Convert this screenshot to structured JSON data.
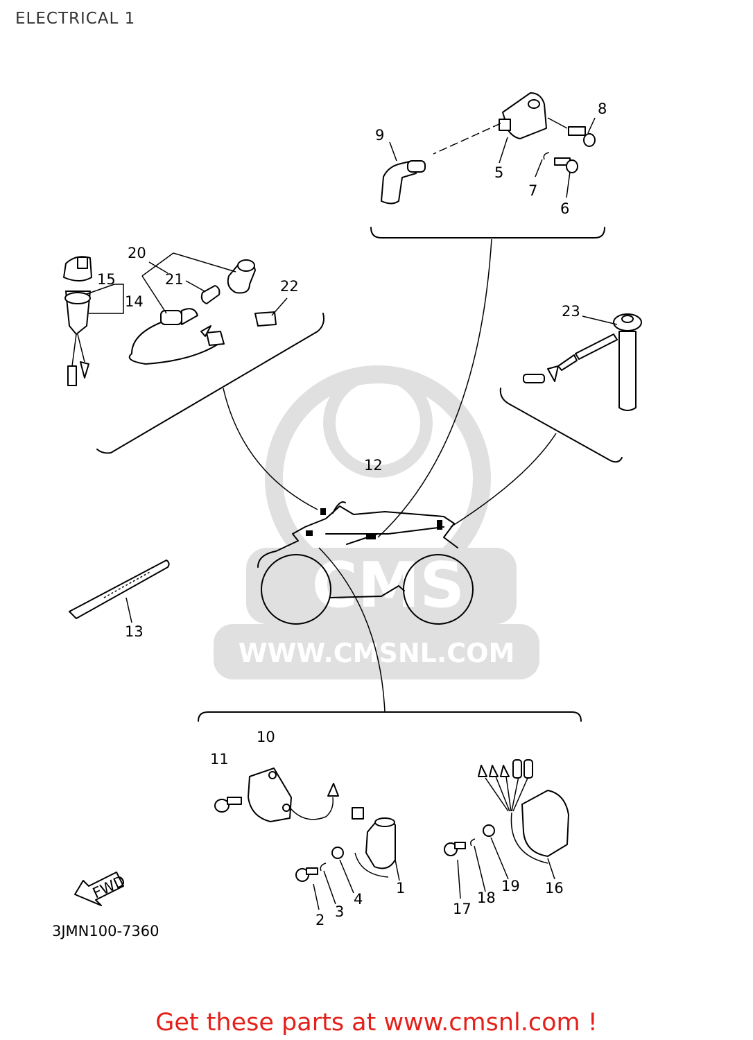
{
  "page": {
    "title": "ELECTRICAL 1",
    "footer": "Get these parts at www.cmsnl.com !",
    "code": "3JMN100-7360",
    "fwd_label": "FWD"
  },
  "watermark": {
    "brand": "CMS",
    "url": "WWW.CMSNL.COM"
  },
  "callouts": [
    "1",
    "2",
    "3",
    "4",
    "5",
    "6",
    "7",
    "8",
    "9",
    "10",
    "11",
    "12",
    "13",
    "14",
    "15",
    "16",
    "17",
    "18",
    "19",
    "20",
    "21",
    "22",
    "23"
  ],
  "colors": {
    "footer": "#e3201b",
    "line": "#000000",
    "watermark": "#e0e0e0"
  }
}
